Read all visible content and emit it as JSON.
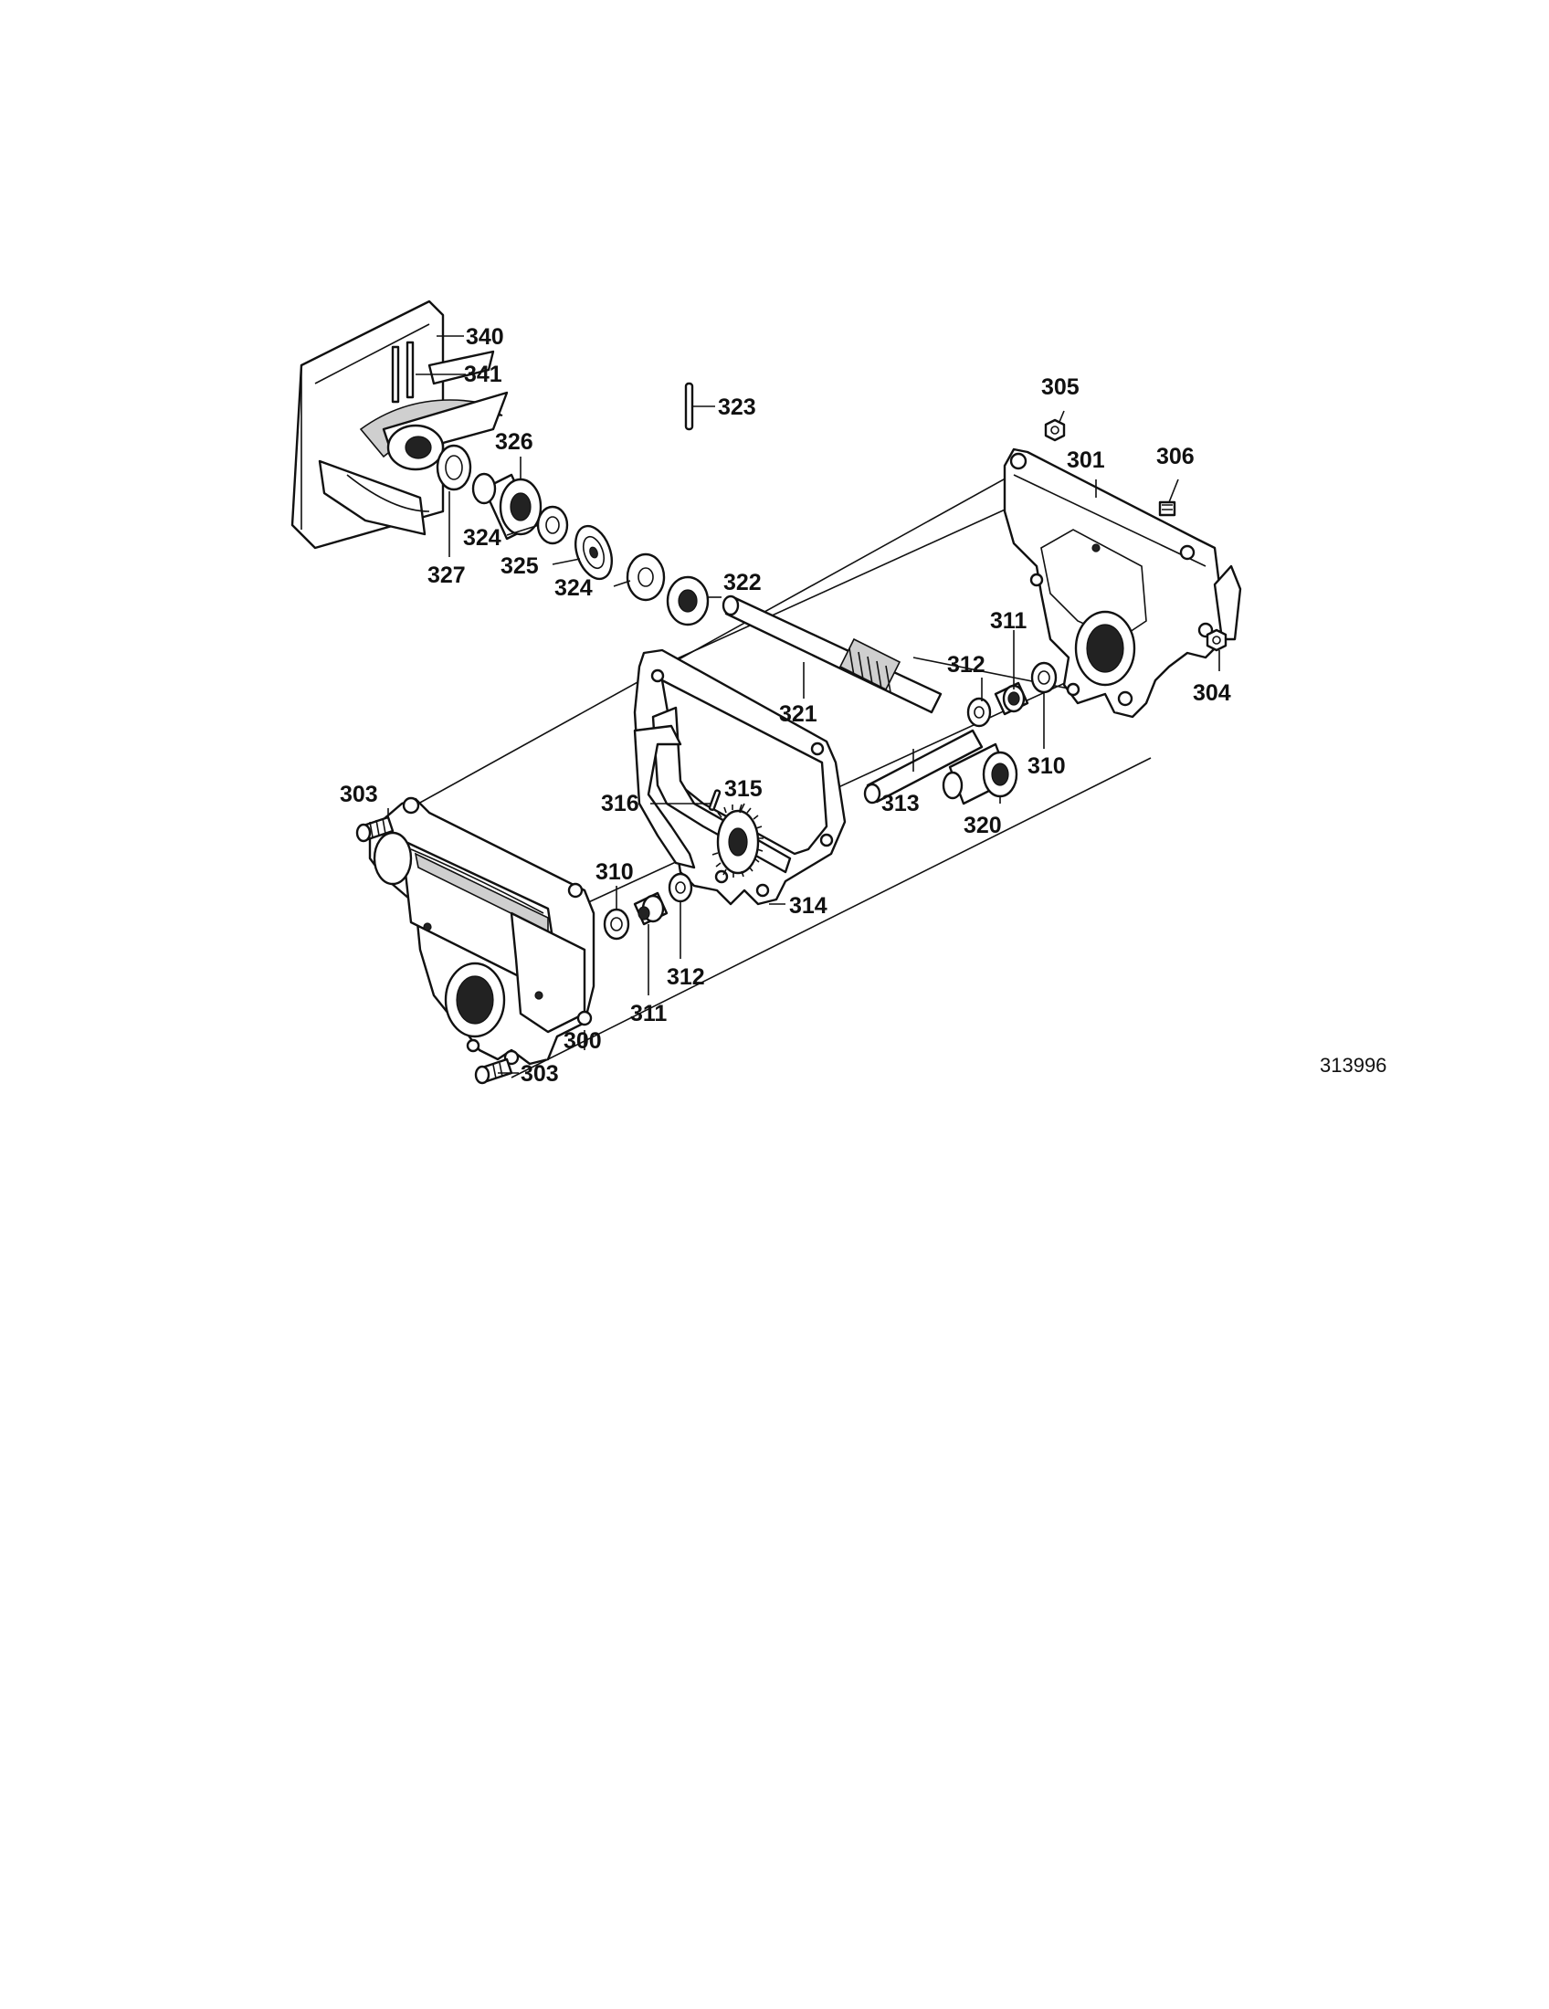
{
  "diagram": {
    "reference_number": "313996",
    "callouts": {
      "c340": "340",
      "c341": "341",
      "c326": "326",
      "c327": "327",
      "c324a": "324",
      "c325": "325",
      "c324b": "324",
      "c323": "323",
      "c322": "322",
      "c305": "305",
      "c301": "301",
      "c306": "306",
      "c311a": "311",
      "c312a": "312",
      "c304": "304",
      "c310a": "310",
      "c321": "321",
      "c313": "313",
      "c320": "320",
      "c303a": "303",
      "c316": "316",
      "c315": "315",
      "c310b": "310",
      "c314": "314",
      "c312b": "312",
      "c311b": "311",
      "c300": "300",
      "c303b": "303"
    }
  }
}
